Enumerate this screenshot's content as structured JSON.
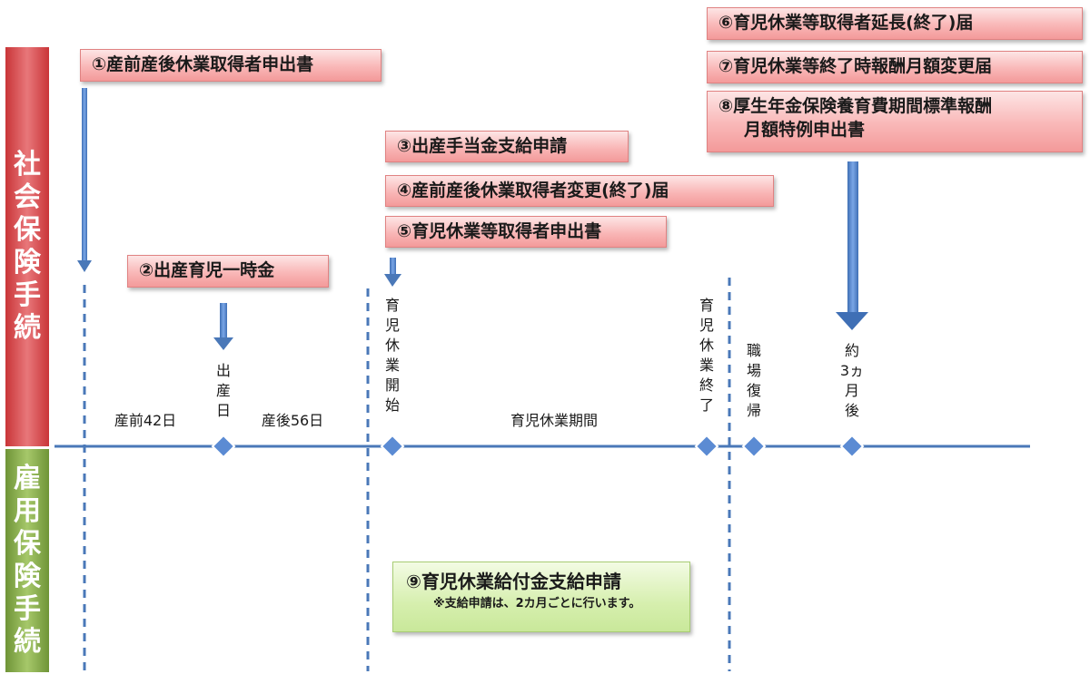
{
  "side_labels": {
    "social": [
      "社",
      "会",
      "保",
      "険",
      "手",
      "続"
    ],
    "employment": [
      "雇",
      "用",
      "保",
      "険",
      "手",
      "続"
    ]
  },
  "boxes": {
    "b1": "①産前産後休業取得者申出書",
    "b2": "②出産育児一時金",
    "b3": "③出産手当金支給申請",
    "b4": "④産前産後休業取得者変更(終了)届",
    "b5": "⑤育児休業等取得者申出書",
    "b6": "⑥育児休業等取得者延長(終了)届",
    "b7": "⑦育児休業等終了時報酬月額変更届",
    "b8_line1": "⑧厚生年金保険養育費期間標準報酬",
    "b8_line2": "月額特例申出書",
    "b9": "⑨育児休業給付金支給申請",
    "b9_note": "※支給申請は、2カ月ごとに行います。"
  },
  "timeline": {
    "prenatal": "産前42日",
    "birth_day": "出産日",
    "postnatal": "産後56日",
    "leave_start": "育児休業開始",
    "leave_period": "育児休業期間",
    "leave_end": "育児休業終了",
    "return_to_work": "職場復帰",
    "approx_3_months": [
      "約",
      "3ヵ",
      "月",
      "後"
    ]
  },
  "colors": {
    "timeline": "#4a78b8",
    "arrow": "#5b8bd3",
    "social_band": "#d9474b",
    "employment_band": "#8db354"
  }
}
